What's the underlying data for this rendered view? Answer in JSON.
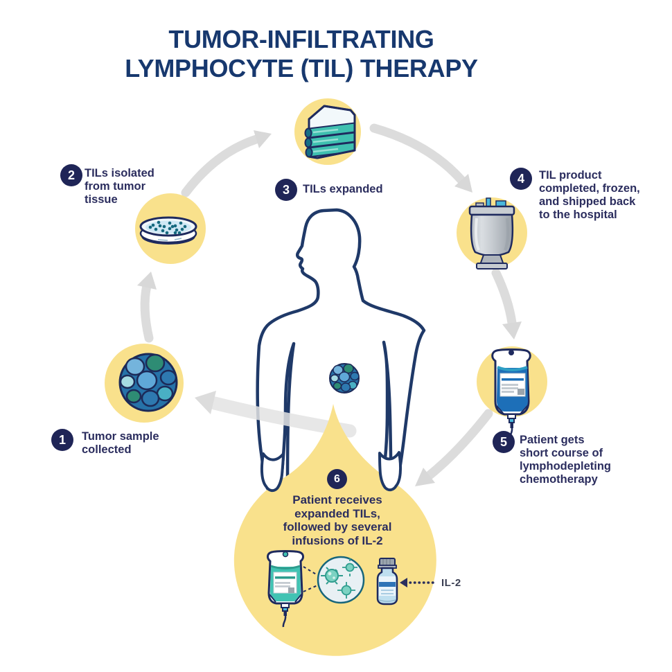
{
  "title": {
    "line1": "TUMOR-INFILTRATING",
    "line2": "LYMPHOCYTE (TIL) THERAPY"
  },
  "steps": [
    {
      "number": "1",
      "label": "Tumor sample\ncollected",
      "icon": "tumor-sample-icon"
    },
    {
      "number": "2",
      "label": "TILs isolated\nfrom tumor\ntissue",
      "icon": "petri-dish-icon"
    },
    {
      "number": "3",
      "label": "TILs expanded",
      "icon": "culture-flasks-icon"
    },
    {
      "number": "4",
      "label": "TIL product\ncompleted, frozen,\nand shipped back\nto the hospital",
      "icon": "cryo-storage-tank-icon"
    },
    {
      "number": "5",
      "label": "Patient gets\nshort course of\nlymphodepleting\nchemotherapy",
      "icon": "iv-chemo-bag-icon"
    },
    {
      "number": "6",
      "label": "Patient receives\nexpanded TILs,\nfollowed by several\ninfusions of IL-2",
      "icon": "til-infusion-icon"
    }
  ],
  "annotations": {
    "il2_label": "IL-2"
  },
  "colors": {
    "title_navy": "#17386E",
    "text_navy": "#2B2D5E",
    "badge_navy": "#1F2557",
    "outline_navy": "#1F3968",
    "accent_yellow": "#F9E18C",
    "teal": "#41C3B3",
    "liquid_blue": "#1D6FB8",
    "arrow_gray": "#DCDCDC"
  }
}
